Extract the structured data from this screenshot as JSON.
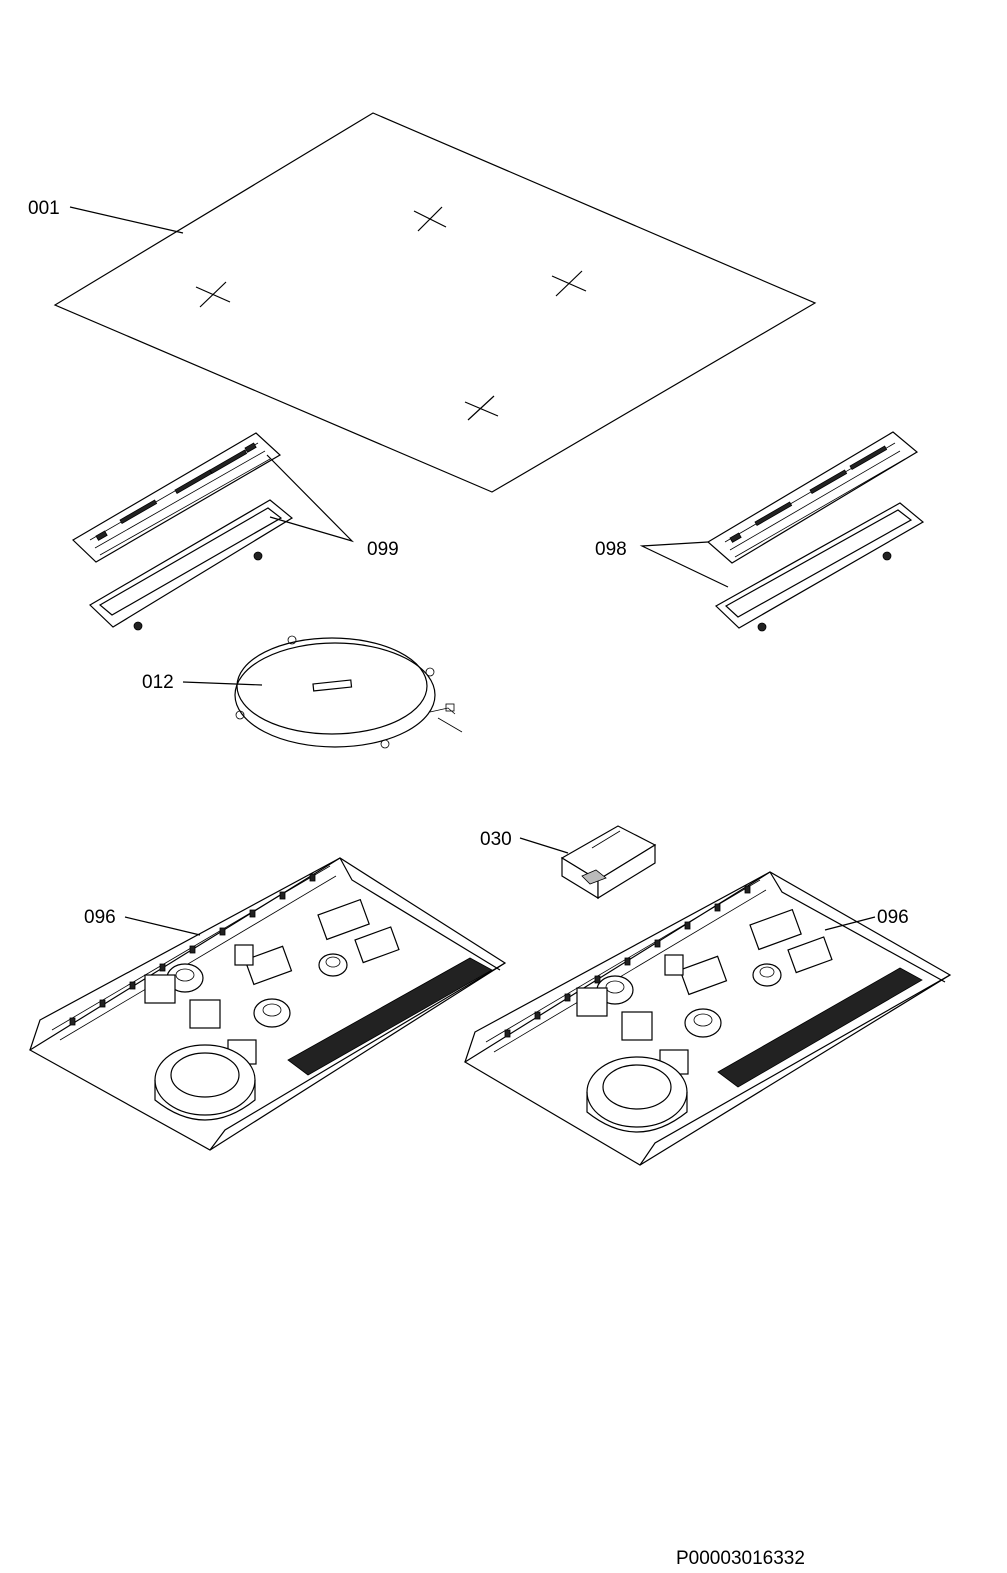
{
  "callouts": {
    "glass_top": "001",
    "control_panel_left": "099",
    "control_panel_right": "098",
    "heating_element": "012",
    "module": "030",
    "power_board_left": "096",
    "power_board_right": "096"
  },
  "footer": {
    "document_code": "P00003016332"
  }
}
